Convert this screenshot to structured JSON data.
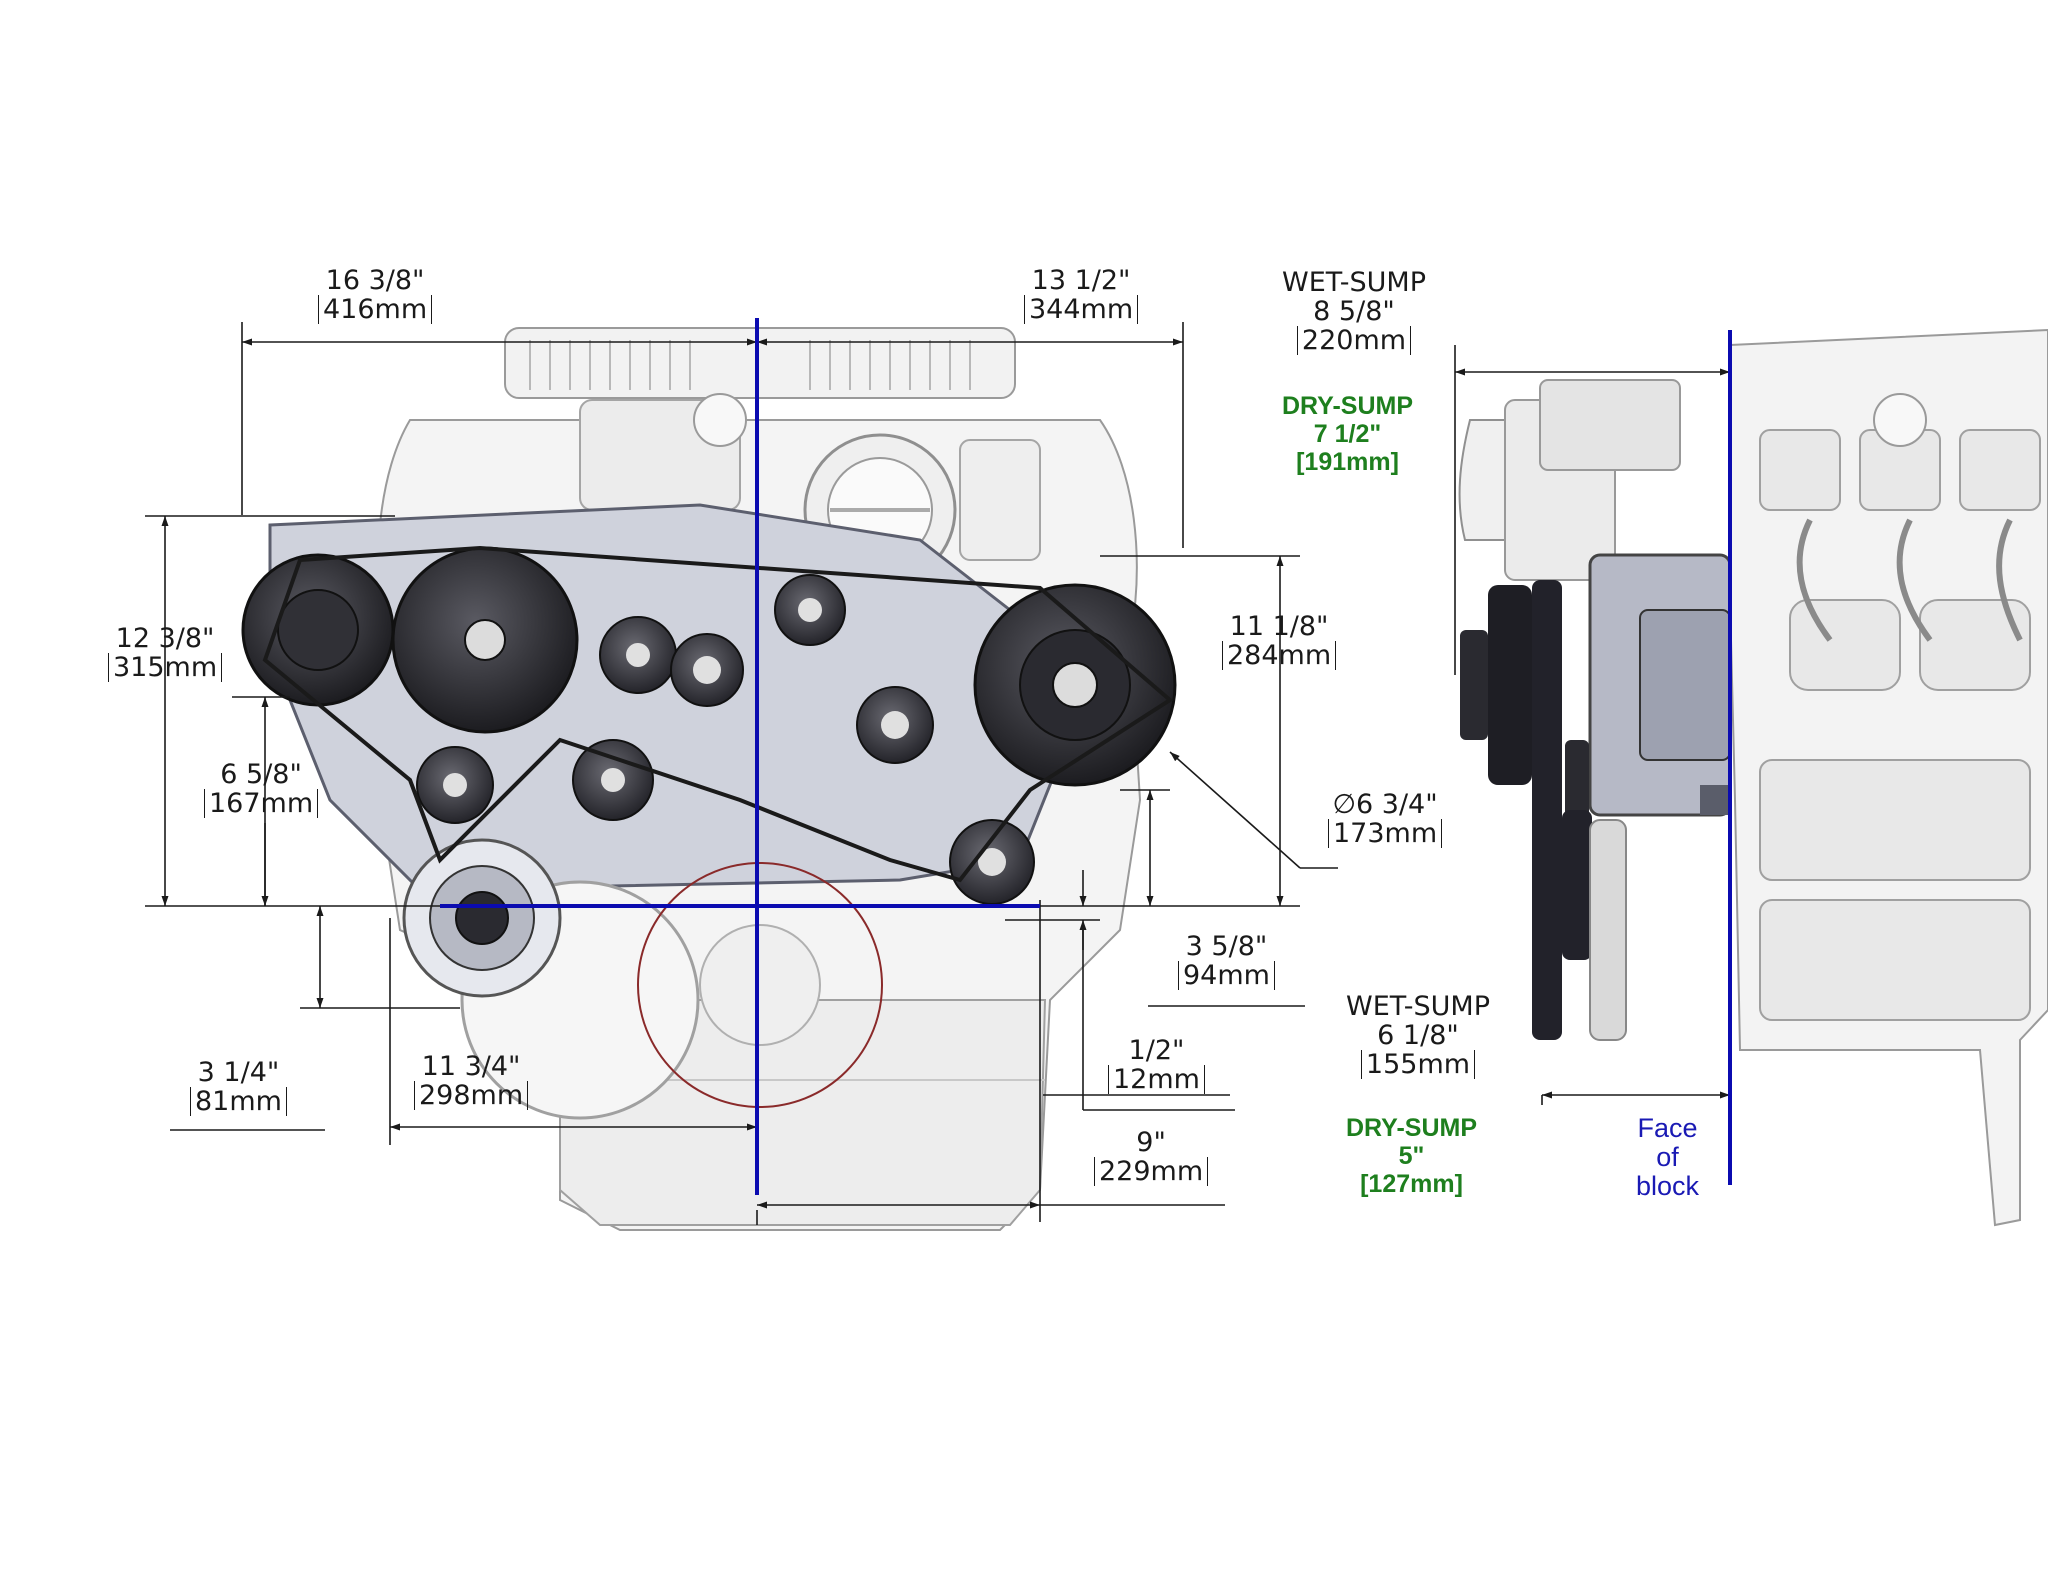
{
  "colors": {
    "dimension": "#1a1a1a",
    "drysump": "#1e7f1e",
    "face_of_block": "#1a1ab4",
    "center_line": "#0b0bb0"
  },
  "front_view": {
    "dim_overall_left": {
      "in": "16 3/8\"",
      "mm": "416mm"
    },
    "dim_overall_right": {
      "in": "13 1/2\"",
      "mm": "344mm"
    },
    "dim_height_left": {
      "in": "12 3/8\"",
      "mm": "315mm"
    },
    "dim_height_inner": {
      "in": "6 5/8\"",
      "mm": "167mm"
    },
    "dim_height_right": {
      "in": "11 1/8\"",
      "mm": "284mm"
    },
    "dim_pulley_dia": {
      "in": "∅6 3/4\"",
      "mm": "173mm"
    },
    "dim_lower_idler": {
      "in": "3 5/8\"",
      "mm": "94mm"
    },
    "dim_alt_drop": {
      "in": "3 1/4\"",
      "mm": "81mm"
    },
    "dim_alt_offset": {
      "in": "11 3/4\"",
      "mm": "298mm"
    },
    "dim_half_inch": {
      "in": "1/2\"",
      "mm": "12mm"
    },
    "dim_bottom_right": {
      "in": "9\"",
      "mm": "229mm"
    }
  },
  "side_view": {
    "wet_sump_top": {
      "label": "WET-SUMP",
      "in": "8 5/8\"",
      "mm": "220mm"
    },
    "dry_sump_top": {
      "label": "DRY-SUMP",
      "in": "7 1/2\"",
      "mm": "[191mm]"
    },
    "wet_sump_bottom": {
      "label": "WET-SUMP",
      "in": "6 1/8\"",
      "mm": "155mm"
    },
    "dry_sump_bottom": {
      "label": "DRY-SUMP",
      "in": "5\"",
      "mm": "[127mm]"
    },
    "face_of_block": [
      "Face",
      "of",
      "block"
    ]
  }
}
